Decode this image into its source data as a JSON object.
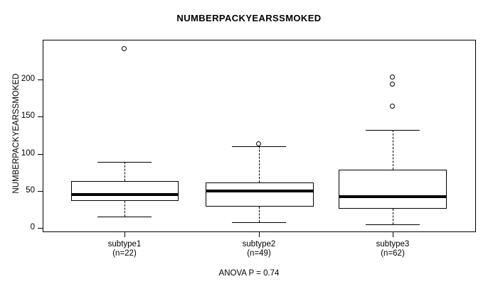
{
  "chart_data": {
    "type": "boxplot",
    "title": "NUMBERPACKYEARSSMOKED",
    "xlabel": "",
    "ylabel": "NUMBERPACKYEARSSMOKED",
    "caption": "ANOVA P = 0.74",
    "ylim": [
      -5,
      245
    ],
    "yticks": [
      0,
      50,
      100,
      150,
      200
    ],
    "ytick_labels": [
      "0",
      "50",
      "100",
      "150",
      "200"
    ],
    "grid": false,
    "legend": "none",
    "categories": [
      "subtype1",
      "subtype2",
      "subtype3"
    ],
    "category_counts": [
      "n=22",
      "n=49",
      "n=62"
    ],
    "xtick_labels": [
      "subtype1\n(n=22)",
      "subtype2\n(n=49)",
      "subtype3\n(n=62)"
    ],
    "boxes": [
      {
        "category": "subtype1",
        "n": 22,
        "whisker_low": 20,
        "q1": 36,
        "median": 45,
        "q3": 63,
        "whisker_high": 89,
        "outliers": [
          241
        ]
      },
      {
        "category": "subtype2",
        "n": 49,
        "whisker_low": 8,
        "q1": 29,
        "median": 50,
        "q3": 61,
        "whisker_high": 110,
        "outliers": [
          113
        ]
      },
      {
        "category": "subtype3",
        "n": 62,
        "whisker_low": 6,
        "q1": 26,
        "median": 44,
        "q3": 78,
        "whisker_high": 132,
        "outliers": [
          204,
          194,
          163
        ]
      }
    ]
  },
  "labels": {
    "title": "NUMBERPACKYEARSSMOKED",
    "ylabel": "NUMBERPACKYEARSSMOKED",
    "caption": "ANOVA P = 0.74",
    "ytick_0": "0",
    "ytick_50": "50",
    "ytick_100": "100",
    "ytick_150": "150",
    "ytick_200": "200",
    "xtick_1_name": "subtype1",
    "xtick_1_count": "(n=22)",
    "xtick_2_name": "subtype2",
    "xtick_2_count": "(n=49)",
    "xtick_3_name": "subtype3",
    "xtick_3_count": "(n=62)"
  },
  "colors": {
    "axis": "#000000",
    "box_fill": "#ffffff",
    "box_stroke": "#000000",
    "median": "#000000",
    "background": "#ffffff"
  }
}
